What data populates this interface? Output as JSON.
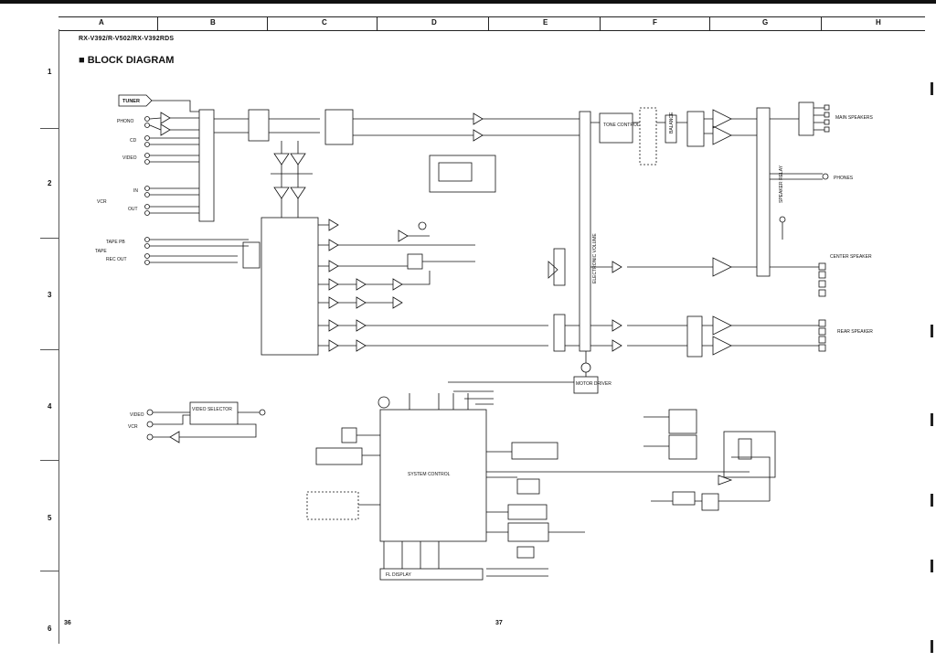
{
  "header": {
    "columns": [
      "A",
      "B",
      "C",
      "D",
      "E",
      "F",
      "G",
      "H"
    ],
    "rows": [
      "1",
      "2",
      "3",
      "4",
      "5",
      "6"
    ]
  },
  "doc": {
    "model": "RX-V392/R-V502/RX-V392RDS",
    "title": "■ BLOCK DIAGRAM",
    "page_left": "36",
    "page_right": "37"
  },
  "inputs": {
    "tuner": "TUNER",
    "phono": "PHONO",
    "cd": "CD",
    "video": "VIDEO",
    "vcr_in": "IN",
    "vcr": "VCR",
    "vcr_out": "OUT",
    "tape_pb": "TAPE PB",
    "tape": "TAPE",
    "rec_out": "REC OUT"
  },
  "blocks": {
    "tone_control": "TONE CONTROL",
    "main_speakers": "MAIN SPEAKERS",
    "phones": "PHONES",
    "center_speaker": "CENTER SPEAKER",
    "rear_speaker": "REAR SPEAKER",
    "motor_driver": "MOTOR DRIVER",
    "system_control": "SYSTEM CONTROL",
    "fl_display": "FL DISPLAY",
    "video_selector": "VIDEO SELECTOR",
    "balance": "BALANCE",
    "speaker_relay": "SPEAKER RELAY",
    "electronic_volume": "ELECTRONIC VOLUME"
  }
}
